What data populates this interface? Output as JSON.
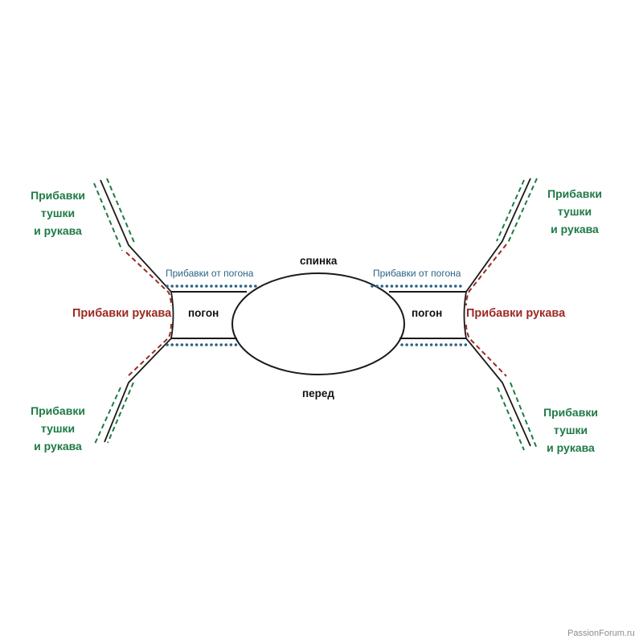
{
  "labels": {
    "back": "спинка",
    "front": "перед",
    "strap_left": "погон",
    "strap_right": "погон",
    "strap_increases_left": "Прибавки от погона",
    "strap_increases_right": "Прибавки от погона",
    "sleeve_increases_left": "Прибавки рукава",
    "sleeve_increases_right": "Прибавки рукава",
    "body_sleeve_increases": [
      "Прибавки",
      "тушки",
      "и рукава"
    ]
  },
  "watermark": "PassionForum.ru",
  "colors": {
    "line": "#1a1a1a",
    "body_sleeve_increase": "#1e7a45",
    "sleeve_increase": "#9b2a22",
    "strap_increase": "#2c6485"
  }
}
